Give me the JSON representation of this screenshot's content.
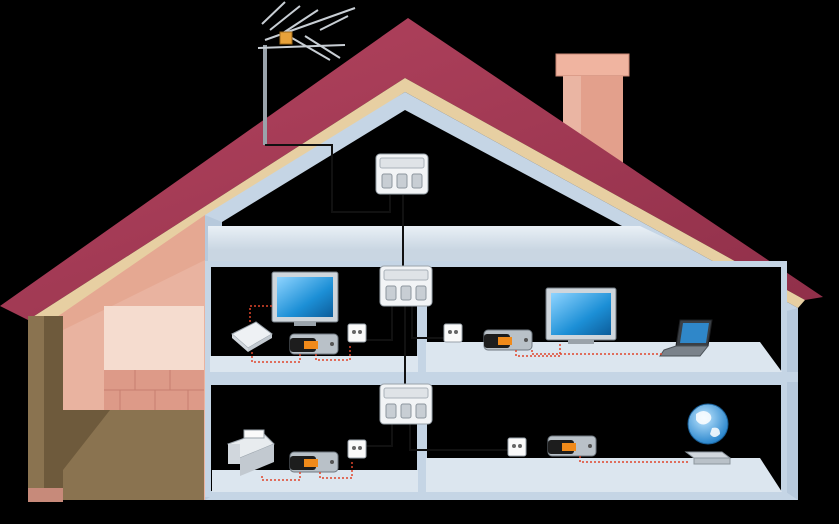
{
  "scene": {
    "subject": "home-network-distribution",
    "floors": [
      "attic",
      "first-floor",
      "ground-floor"
    ],
    "colors": {
      "background": "#000000",
      "roof": "#a23a55",
      "roof_edge": "#e7cfa2",
      "wall_pink": "#e5a892",
      "wall_interior": "#c9d9e8",
      "floor_slab": "#dce6ef",
      "chimney": "#e3a08c",
      "coax_cable": "#111111",
      "ethernet_cable": "#e0452b",
      "adapter_orange": "#f08a1a"
    },
    "icons": [
      "antenna-icon",
      "amplifier-icon",
      "tv-icon",
      "router-icon",
      "plc-adapter-icon",
      "wall-socket-icon",
      "laptop-icon",
      "printer-icon",
      "globe-icon",
      "set-top-box-icon"
    ]
  }
}
